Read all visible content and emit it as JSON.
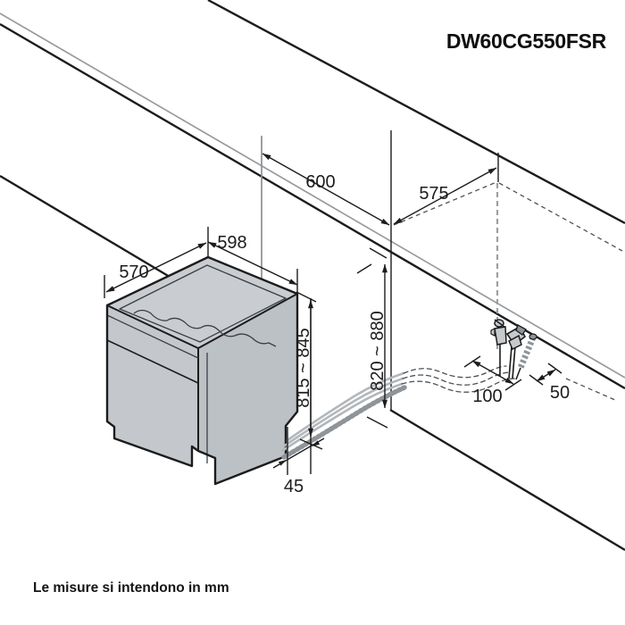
{
  "title": "DW60CG550FSR",
  "note": "Le misure si intendono in mm",
  "dimensions": {
    "niche_width": "600",
    "niche_depth": "575",
    "top_width": "598",
    "top_depth": "570",
    "height_front": "815 ~ 845",
    "height_wall": "820 ~ 880",
    "rear_gap": "45",
    "conn_offset": "100",
    "conn_wall_gap": "50"
  },
  "colors": {
    "line": "#1c1c1c",
    "line_soft": "#979ca1",
    "ext_gray": "#8b9095",
    "dashed": "#4d5257",
    "dashed_soft": "#9aa0a5",
    "box_top": "#c9cdd1",
    "box_front": "#c4c8cc",
    "box_side": "#bcc1c6",
    "box_detail": "#3a3f44",
    "hose": "#b3b7bb",
    "hose_dark": "#8f9499",
    "fitting": "#c6cacd",
    "background": "#ffffff"
  }
}
